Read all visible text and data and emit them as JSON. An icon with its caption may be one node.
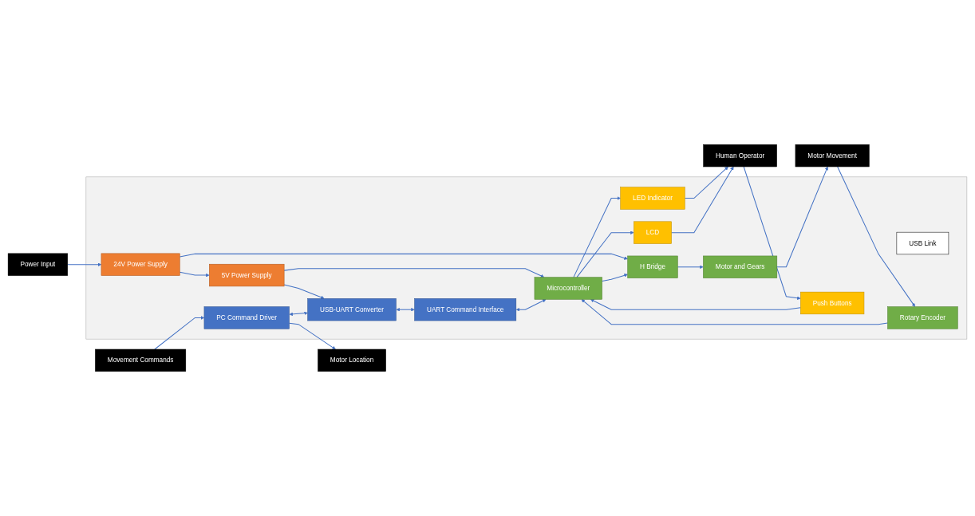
{
  "diagram": {
    "nodes": [
      {
        "text": [
          "Movement Commands"
        ]
      },
      {
        "text": [
          "Power Input"
        ]
      },
      {
        "text": [],
        "shape": "box"
      },
      {
        "text": [
          "5V Power Supply"
        ],
        "in": 2
      },
      {
        "text": [
          "24V Power Supply"
        ],
        "in": 2
      },
      {
        "text": [
          "PC Command Driver"
        ],
        "in": 2
      },
      {
        "text": [
          "USB-UART Converter"
        ],
        "in": 2
      },
      {
        "text": [
          "UART Command Interface"
        ],
        "in": 2
      },
      {
        "text": [
          "Microcontroller"
        ],
        "in": 2
      },
      {
        "text": [
          "H Bridge"
        ],
        "in": 2
      },
      {
        "text": [
          "Motor and Gears"
        ],
        "in": 2
      },
      {
        "text": [
          "USB Link"
        ],
        "in": 2
      },
      {
        "text": [
          "Rotary Encoder"
        ],
        "in": 2
      },
      {
        "text": [
          "LED Indicator"
        ],
        "in": 2
      },
      {
        "text": [
          "Push Buttons"
        ],
        "in": 2
      },
      {
        "text": [
          "LCD"
        ],
        "in": 2
      },
      {
        "text": [
          "Motor Location"
        ]
      },
      {
        "text": [
          "Human Operator"
        ]
      },
      {
        "text": [
          "Motor Movement"
        ]
      }
    ],
    "edges": [
      {
        "from": 0,
        "to": 5,
        "arrow": "to"
      },
      {
        "from": 1,
        "to": 4,
        "arrow": "to"
      },
      {
        "from": 4,
        "to": 3,
        "arrow": "to"
      },
      {
        "from": 3,
        "to": 6,
        "arrow": "to"
      },
      {
        "from": 3,
        "to": 8,
        "arrow": "to"
      },
      {
        "from": 4,
        "to": 9,
        "arrow": "to"
      },
      {
        "from": 5,
        "to": 6,
        "arrow": "both"
      },
      {
        "from": 6,
        "to": 7,
        "arrow": "both"
      },
      {
        "from": 7,
        "to": 8,
        "arrow": "both"
      },
      {
        "from": 8,
        "to": 9,
        "arrow": "to"
      },
      {
        "from": 9,
        "to": 10,
        "arrow": "to"
      },
      {
        "from": 10,
        "to": 18,
        "arrow": "to"
      },
      {
        "from": 18,
        "to": 12,
        "arrow": "to"
      },
      {
        "from": 12,
        "to": 8,
        "arrow": "to"
      },
      {
        "from": 8,
        "to": 13,
        "arrow": "to"
      },
      {
        "from": 8,
        "to": 15,
        "arrow": "to"
      },
      {
        "from": 14,
        "to": 8,
        "arrow": "to"
      },
      {
        "from": 17,
        "to": 14,
        "arrow": "to"
      },
      {
        "from": 13,
        "to": 17,
        "arrow": "to"
      },
      {
        "from": 15,
        "to": 17,
        "arrow": "to"
      },
      {
        "from": 5,
        "to": 16,
        "arrow": "to"
      }
    ]
  }
}
